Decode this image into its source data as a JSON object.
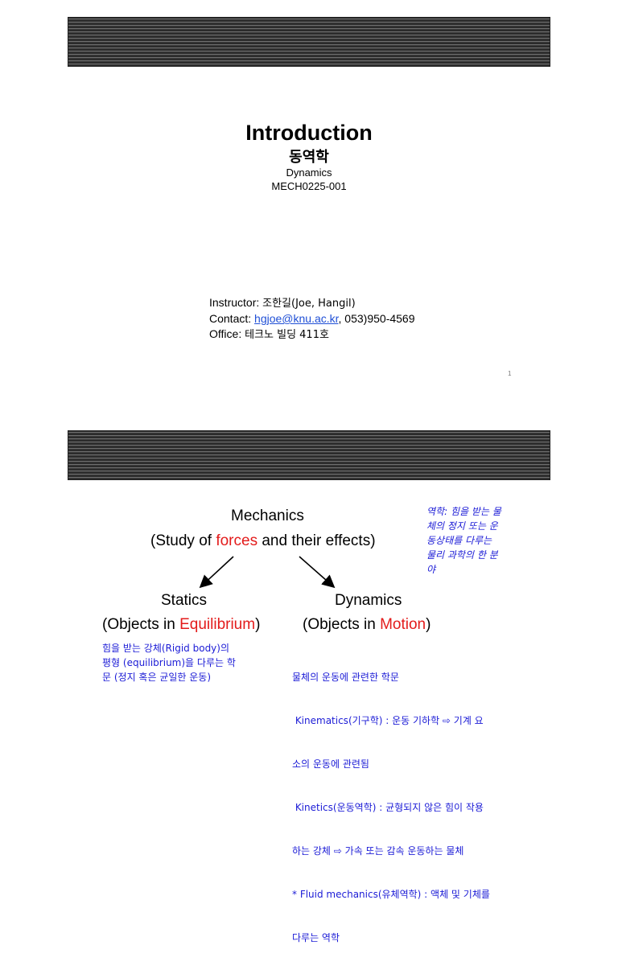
{
  "slide1": {
    "title": "Introduction",
    "korean_title": "동역학",
    "subtitle": "Dynamics",
    "course_code": "MECH0225-001",
    "instructor_label": "Instructor: ",
    "instructor_value": "조한길(Joe, Hangil)",
    "contact_label": "Contact: ",
    "contact_email": "hgjoe@knu.ac.kr",
    "contact_phone": ", 053)950-4569",
    "office_label": "Office: ",
    "office_value": "테크노 빌딩 411호",
    "page_number": "1"
  },
  "slide2": {
    "mechanics": "Mechanics",
    "study_prefix": "(Study of ",
    "study_highlight": "forces",
    "study_suffix": " and their effects)",
    "side_note": [
      "역학: 힘을 받는 물",
      "체의 정지 또는 운",
      "동상태를 다루는",
      "물리 과학의 한 분",
      "야"
    ],
    "statics": "Statics",
    "statics_prefix": "(Objects in ",
    "statics_highlight": "Equilibrium",
    "statics_suffix": ")",
    "dynamics": "Dynamics",
    "dynamics_prefix": "(Objects in ",
    "dynamics_highlight": "Motion",
    "dynamics_suffix": ")",
    "statics_desc": [
      "힘을 받는 강체(Rigid body)의",
      "평형 (equilibrium)을 다루는 학",
      "문 (정지 혹은 균일한 운동)"
    ],
    "dynamics_desc": [
      "물체의 운동에 관련한 학문",
      " Kinematics(기구학) : 운동 기하학 ⇨ 기계 요",
      "소의 운동에 관련됨",
      " Kinetics(운동역학) : 균형되지 않은 힘이 작용",
      "하는 강체 ⇨ 가속 또는 감속 운동하는 물체",
      "* Fluid mechanics(유체역학) : 액체 및 기체를",
      "다루는 역학"
    ]
  },
  "colors": {
    "highlight": "#e31b1b",
    "note_blue": "#1b1bd6",
    "link": "#1f4fd6"
  }
}
